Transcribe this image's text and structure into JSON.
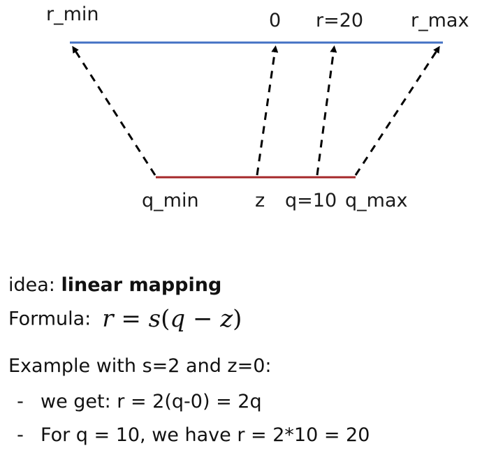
{
  "diagram": {
    "r_line_color": "#4472c4",
    "q_line_color": "#a5282a",
    "r_labels": {
      "r_min": "r_min",
      "zero": "0",
      "r20": "r=20",
      "r_max": "r_max"
    },
    "q_labels": {
      "q_min": "q_min",
      "z": "z",
      "q10": "q=10",
      "q_max": "q_max"
    }
  },
  "idea": {
    "prefix": "idea: ",
    "bold": "linear mapping"
  },
  "formula": {
    "label": "Formula:",
    "math": {
      "lhs": "r",
      "eq": " = ",
      "s": "s",
      "open": "(",
      "q": "q",
      "minus": " − ",
      "z": "z",
      "close": ")"
    }
  },
  "example": {
    "heading": "Example with s=2 and z=0:",
    "bullets": [
      {
        "dash": "-",
        "text": "we get: r = 2(q-0) = 2q"
      },
      {
        "dash": "-",
        "text": "For q = 10, we have r = 2*10 = 20"
      }
    ]
  }
}
